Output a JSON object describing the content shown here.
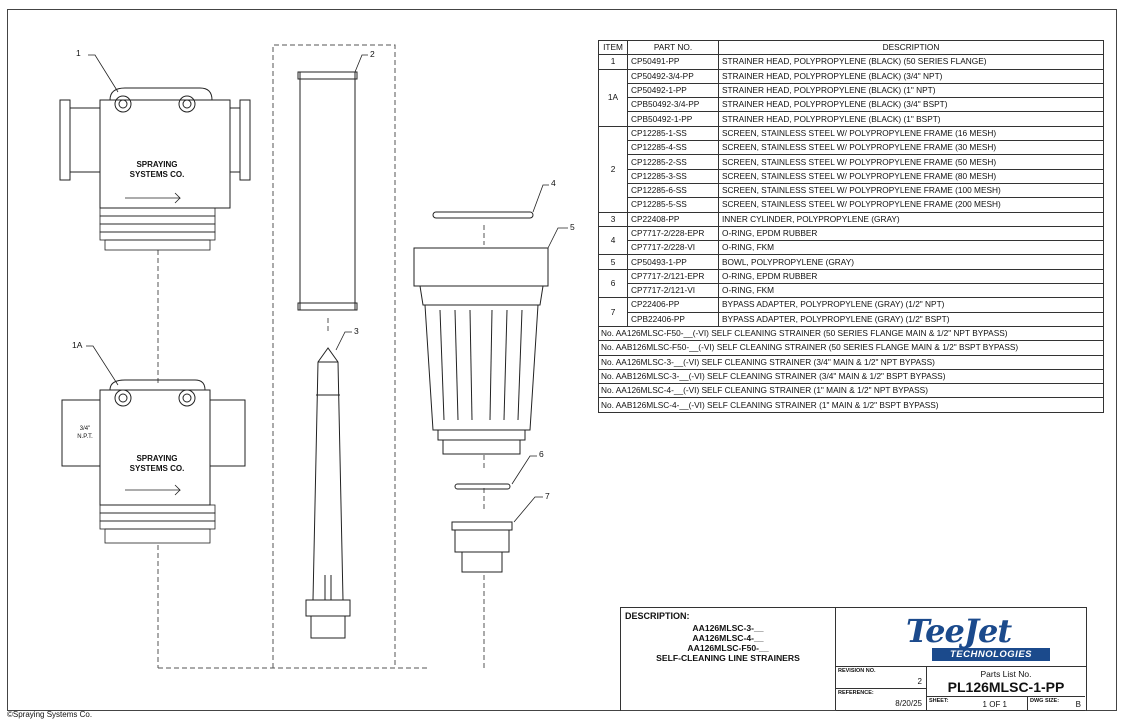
{
  "callouts": {
    "c1": "1",
    "c1a": "1A",
    "c2": "2",
    "c3": "3",
    "c4": "4",
    "c5": "5",
    "c6": "6",
    "c7": "7"
  },
  "head_text": {
    "line1": "SPRAYING",
    "line2": "SYSTEMS CO.",
    "npt1": "3/4\"",
    "npt2": "N.P.T."
  },
  "table": {
    "headers": [
      "ITEM",
      "PART NO.",
      "DESCRIPTION"
    ],
    "rows": [
      {
        "item": "1",
        "pn": "CP50491-PP",
        "desc": "STRAINER HEAD, POLYPROPYLENE (BLACK) (50 SERIES FLANGE)"
      },
      {
        "item": "1A",
        "pn": "CP50492-3/4-PP",
        "desc": "STRAINER HEAD, POLYPROPYLENE (BLACK) (3/4\" NPT)"
      },
      {
        "item": "",
        "pn": "CP50492-1-PP",
        "desc": "STRAINER HEAD, POLYPROPYLENE (BLACK) (1\" NPT)"
      },
      {
        "item": "",
        "pn": "CPB50492-3/4-PP",
        "desc": "STRAINER HEAD, POLYPROPYLENE (BLACK) (3/4\" BSPT)"
      },
      {
        "item": "",
        "pn": "CPB50492-1-PP",
        "desc": "STRAINER HEAD, POLYPROPYLENE (BLACK) (1\" BSPT)"
      },
      {
        "item": "2",
        "pn": "CP12285-1-SS",
        "desc": "SCREEN, STAINLESS STEEL W/ POLYPROPYLENE FRAME (16 MESH)"
      },
      {
        "item": "",
        "pn": "CP12285-4-SS",
        "desc": "SCREEN, STAINLESS STEEL W/ POLYPROPYLENE FRAME (30 MESH)"
      },
      {
        "item": "",
        "pn": "CP12285-2-SS",
        "desc": "SCREEN, STAINLESS STEEL W/ POLYPROPYLENE FRAME (50 MESH)"
      },
      {
        "item": "",
        "pn": "CP12285-3-SS",
        "desc": "SCREEN, STAINLESS STEEL W/ POLYPROPYLENE FRAME (80 MESH)"
      },
      {
        "item": "",
        "pn": "CP12285-6-SS",
        "desc": "SCREEN, STAINLESS STEEL W/ POLYPROPYLENE FRAME (100 MESH)"
      },
      {
        "item": "",
        "pn": "CP12285-5-SS",
        "desc": "SCREEN, STAINLESS STEEL W/ POLYPROPYLENE FRAME (200 MESH)"
      },
      {
        "item": "3",
        "pn": "CP22408-PP",
        "desc": "INNER CYLINDER, POLYPROPYLENE (GRAY)"
      },
      {
        "item": "4",
        "pn": "CP7717-2/228-EPR",
        "desc": "O-RING, EPDM RUBBER"
      },
      {
        "item": "",
        "pn": "CP7717-2/228-VI",
        "desc": "O-RING, FKM"
      },
      {
        "item": "5",
        "pn": "CP50493-1-PP",
        "desc": "BOWL, POLYPROPYLENE (GRAY)"
      },
      {
        "item": "6",
        "pn": "CP7717-2/121-EPR",
        "desc": "O-RING, EPDM RUBBER"
      },
      {
        "item": "",
        "pn": "CP7717-2/121-VI",
        "desc": "O-RING, FKM"
      },
      {
        "item": "7",
        "pn": "CP22406-PP",
        "desc": "BYPASS ADAPTER, POLYPROPYLENE (GRAY) (1/2\" NPT)"
      },
      {
        "item": "",
        "pn": "CPB22406-PP",
        "desc": "BYPASS ADAPTER, POLYPROPYLENE (GRAY) (1/2\" BSPT)"
      }
    ],
    "assemblies": [
      "No. AA126MLSC-F50-__(-VI) SELF CLEANING STRAINER (50 SERIES FLANGE MAIN & 1/2\" NPT BYPASS)",
      "No. AAB126MLSC-F50-__(-VI) SELF CLEANING STRAINER (50 SERIES FLANGE MAIN & 1/2\" BSPT BYPASS)",
      "No. AA126MLSC-3-__(-VI) SELF CLEANING STRAINER (3/4\" MAIN & 1/2\" NPT BYPASS)",
      "No. AAB126MLSC-3-__(-VI) SELF CLEANING STRAINER (3/4\" MAIN & 1/2\" BSPT BYPASS)",
      "No. AA126MLSC-4-__(-VI) SELF CLEANING STRAINER (1\" MAIN & 1/2\" NPT BYPASS)",
      "No. AAB126MLSC-4-__(-VI) SELF CLEANING STRAINER (1\" MAIN & 1/2\" BSPT BYPASS)"
    ]
  },
  "title_block": {
    "description_label": "DESCRIPTION:",
    "description_lines": [
      "AA126MLSC-3-__",
      "AA126MLSC-4-__",
      "AA126MLSC-F50-__",
      "SELF-CLEANING LINE STRAINERS"
    ],
    "logo_text": "TeeJet",
    "logo_sub": "TECHNOLOGIES",
    "revision_label": "REVISION NO.",
    "revision": "2",
    "reference_label": "REFERENCE:",
    "reference": "8/20/25",
    "parts_list_label": "Parts List No.",
    "parts_list_no": "PL126MLSC-1-PP",
    "sheet_label": "SHEET:",
    "sheet": "1  OF  1",
    "dwg_size_label": "DWG SIZE:",
    "dwg_size": "B"
  },
  "copyright": "©Spraying Systems Co."
}
